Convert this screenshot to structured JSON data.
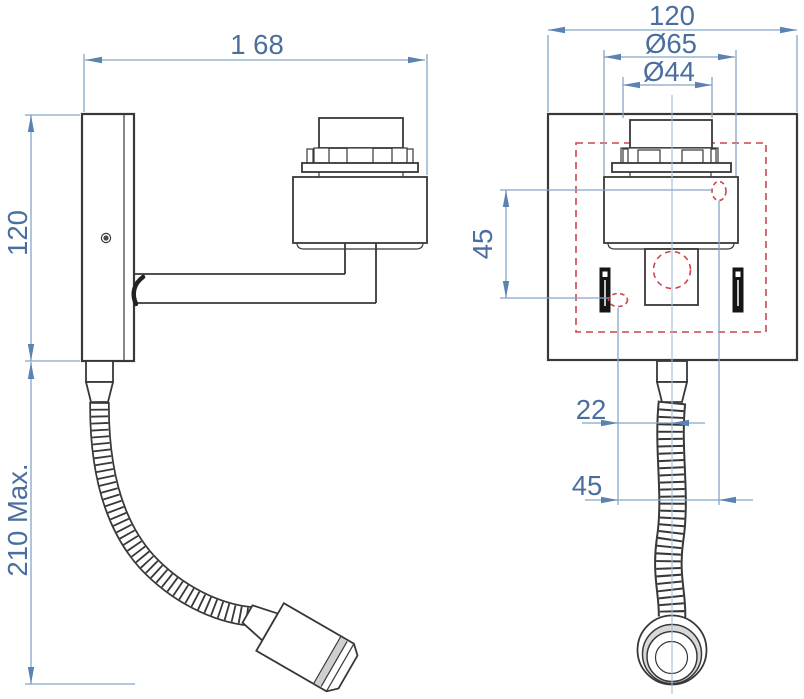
{
  "drawing": {
    "type": "wall-lamp-technical-drawing",
    "colors": {
      "dimension_text": "#4a6f9e",
      "dimension_line": "#85a5c7",
      "object_line": "#383838",
      "detail_red": "#c9474e",
      "background": "#ffffff"
    },
    "side_view": {
      "width_label": "1 68",
      "height_label": "120",
      "flex_label": "210 Max."
    },
    "front_view": {
      "width_label": "120",
      "head_dia_label": "Ø65",
      "cap_dia_label": "Ø44",
      "offset_v_label": "45",
      "offset_h_small_label": "22",
      "offset_h_large_label": "45"
    }
  }
}
